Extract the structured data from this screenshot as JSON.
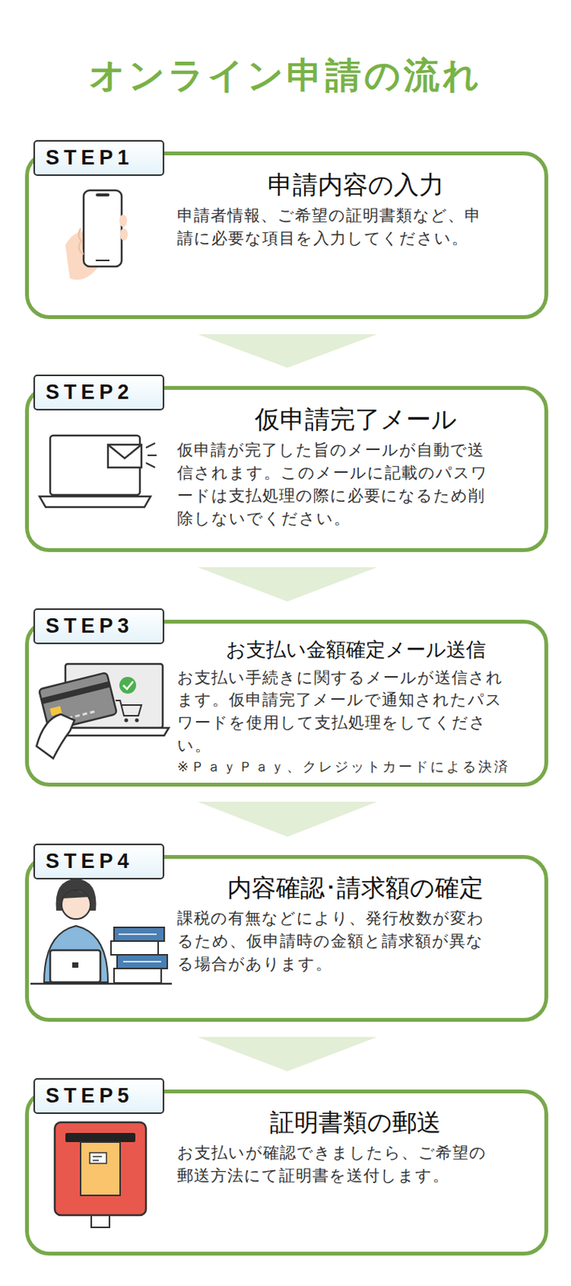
{
  "diagram": {
    "title": "オンライン申請の流れ",
    "nodes": [
      {
        "text": [
          "STEP1",
          "申請内容の入力",
          "申請者情報、ご希望の証明書類など、申請に必要な項目を入力してください。"
        ]
      },
      {
        "text": [
          "STEP2",
          "仮申請完了メール",
          "仮申請が完了した旨のメールが自動で送信されます。このメールに記載のパスワードは支払処理の際に必要になるため削除しないでください。"
        ]
      },
      {
        "text": [
          "STEP3",
          "お支払い金額確定メール送信",
          "お支払い手続きに関するメールが送信されます。仮申請完了メールで通知されたパスワードを使用して支払処理をしてください。",
          "※ＰａｙＰａｙ、クレジットカードによる決済"
        ]
      },
      {
        "text": [
          "STEP4",
          "内容確認･請求額の確定",
          "課税の有無などにより、発行枚数が変わるため、仮申請時の金額と請求額が異なる場合があります。"
        ]
      },
      {
        "text": [
          "STEP5",
          "証明書類の郵送",
          "お支払いが確認できましたら、ご希望の郵送方法にて証明書を送付します。"
        ]
      }
    ],
    "edges": [
      {
        "from": 0,
        "to": 1,
        "arrow": "to"
      },
      {
        "from": 1,
        "to": 2,
        "arrow": "to"
      },
      {
        "from": 2,
        "to": 3,
        "arrow": "to"
      },
      {
        "from": 3,
        "to": 4,
        "arrow": "to"
      }
    ]
  }
}
